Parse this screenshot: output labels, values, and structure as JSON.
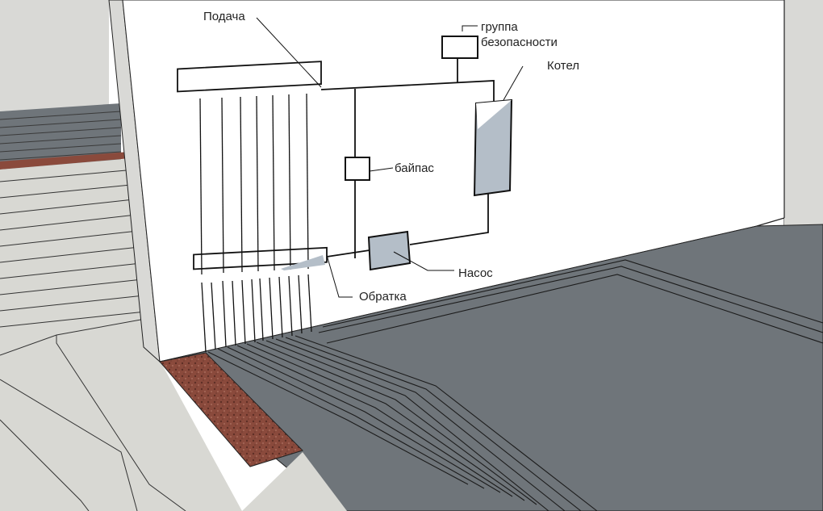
{
  "labels": {
    "supply": "Подача",
    "safety_group_line1": "группа",
    "safety_group_line2": "безопасности",
    "boiler": "Котел",
    "bypass": "байпас",
    "pump": "Насос",
    "return": "Обратка"
  },
  "colors": {
    "wall": "#ffffff",
    "wall_side": "#d9d9d6",
    "floor_dark": "#6f757a",
    "floor_light": "#d8d8d3",
    "insulation": "#8a4a3c",
    "device_fill": "#b4bec8",
    "line": "#111111"
  },
  "icons": [
    "safety-group-icon",
    "boiler-icon",
    "pump-icon",
    "bypass-valve-icon"
  ]
}
